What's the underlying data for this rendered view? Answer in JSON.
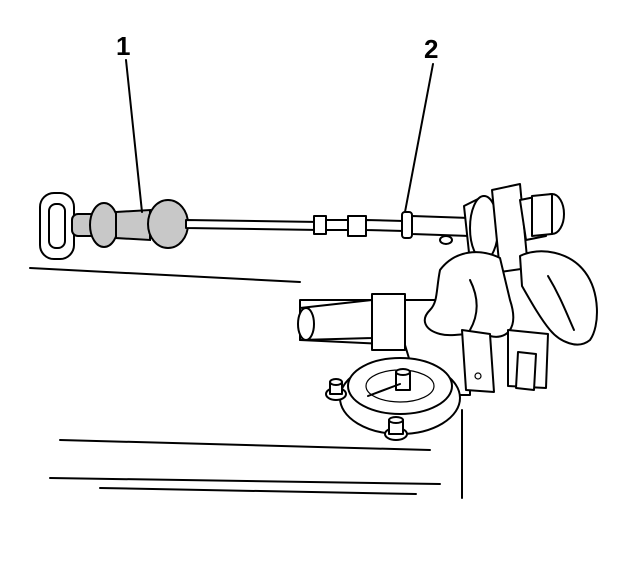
{
  "callouts": [
    {
      "id": "1",
      "label": "1"
    },
    {
      "id": "2",
      "label": "2"
    }
  ],
  "colors": {
    "line": "#000000",
    "background": "#ffffff",
    "shading": "#c8c8c8"
  }
}
